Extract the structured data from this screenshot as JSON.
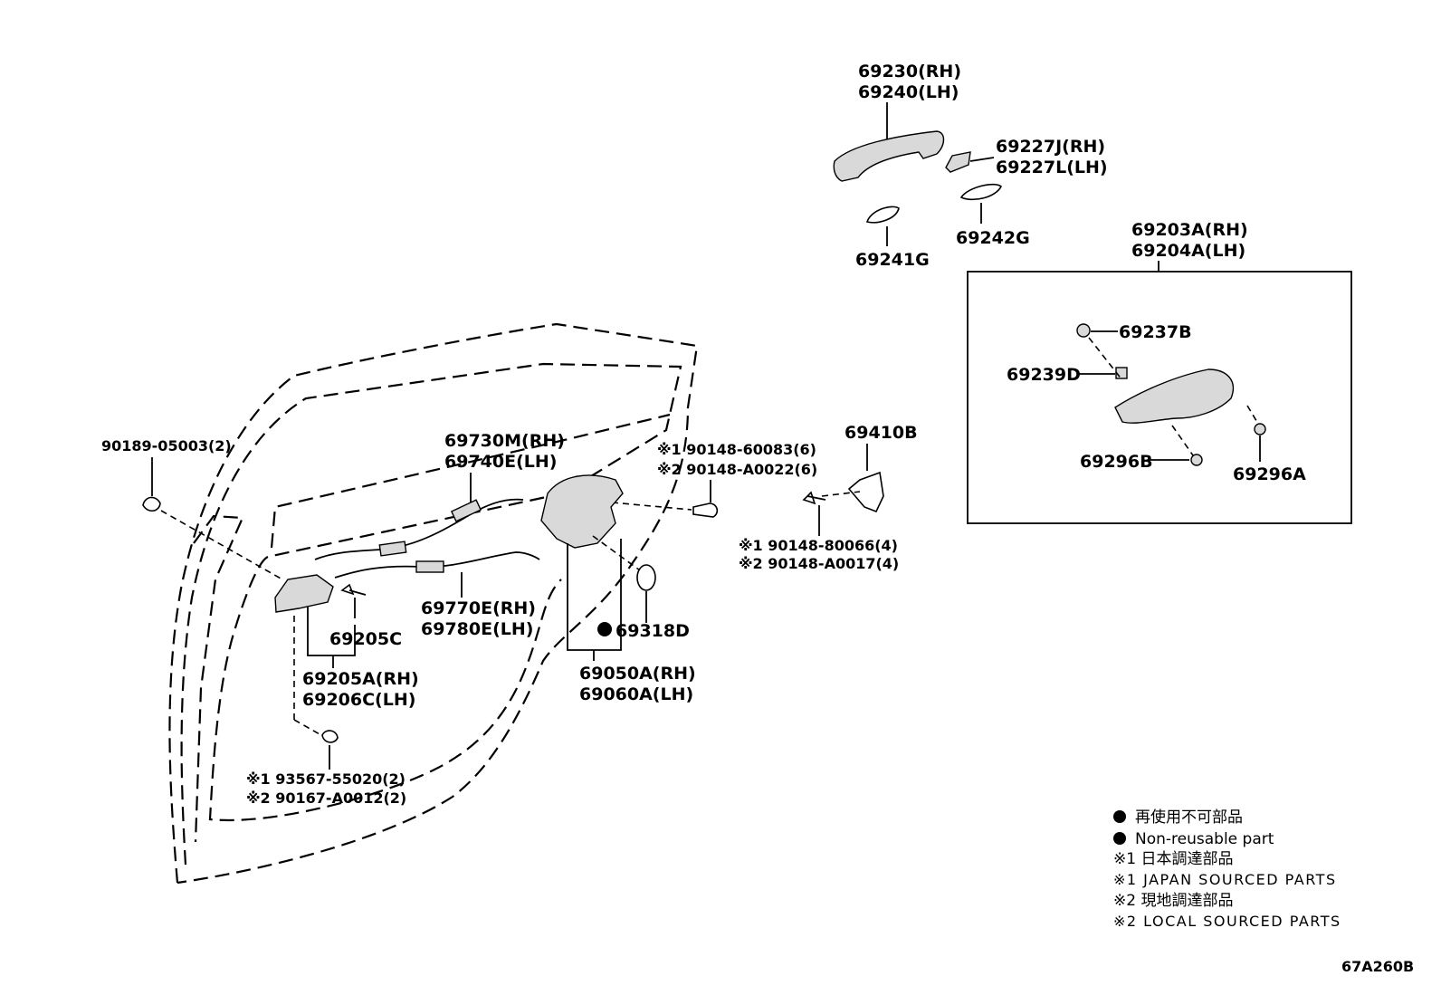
{
  "parts": {
    "p69230": "69230(RH)",
    "p69240": "69240(LH)",
    "p69227J": "69227J(RH)",
    "p69227L": "69227L(LH)",
    "p69241G": "69241G",
    "p69242G": "69242G",
    "p69203A": "69203A(RH)",
    "p69204A": "69204A(LH)",
    "p69237B": "69237B",
    "p69239D": "69239D",
    "p69296B": "69296B",
    "p69296A": "69296A",
    "p69410B": "69410B",
    "p90148_80066": "※1 90148-80066(4)",
    "p90148_A0017": "※2 90148-A0017(4)",
    "p90148_60083": "※1 90148-60083(6)",
    "p90148_A0022": "※2 90148-A0022(6)",
    "p69730M": "69730M(RH)",
    "p69740E": "69740E(LH)",
    "p90189": "90189-05003(2)",
    "p69770E": "69770E(RH)",
    "p69780E": "69780E(LH)",
    "p69205C": "69205C",
    "p69205A": "69205A(RH)",
    "p69206C": "69206C(LH)",
    "p69318D": "69318D",
    "p69050A": "69050A(RH)",
    "p69060A": "69060A(LH)",
    "p93567": "※1 93567-55020(2)",
    "p90167": "※2 90167-A0012(2)"
  },
  "legend": {
    "l1": "再使用不可部品",
    "l2": "Non-reusable part",
    "l3": "※1 日本調達部品",
    "l4": "※1 JAPAN SOURCED PARTS",
    "l5": "※2 現地調達部品",
    "l6": "※2 LOCAL SOURCED PARTS"
  },
  "diagram_code": "67A260B",
  "colors": {
    "ink": "#000000",
    "background": "#ffffff",
    "part_fill": "#d9d9d9"
  }
}
